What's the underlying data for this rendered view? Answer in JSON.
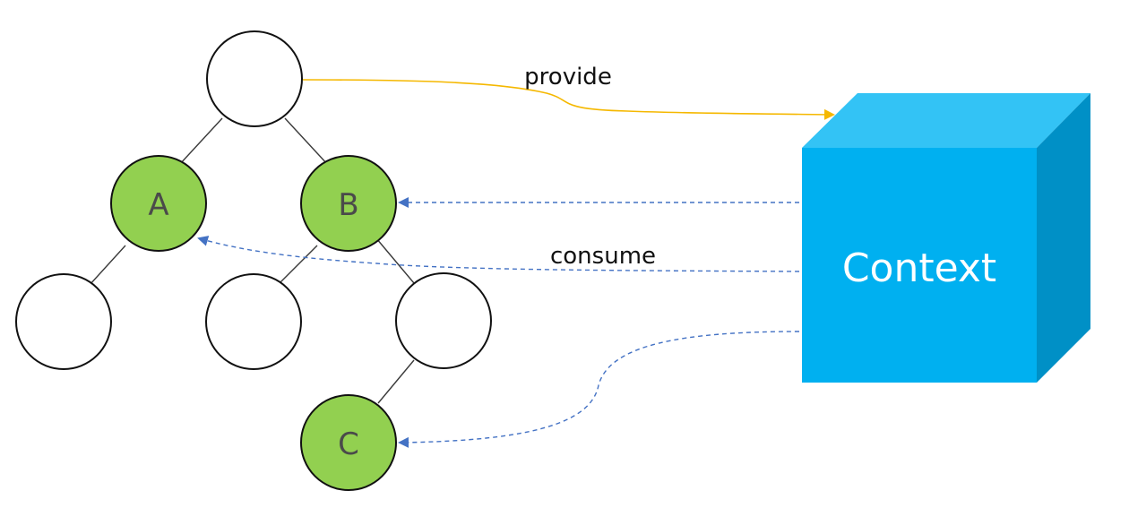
{
  "diagram": {
    "nodes": [
      {
        "id": "root",
        "label": "",
        "highlighted": false
      },
      {
        "id": "a",
        "label": "A",
        "highlighted": true
      },
      {
        "id": "b",
        "label": "B",
        "highlighted": true
      },
      {
        "id": "a-child",
        "label": "",
        "highlighted": false
      },
      {
        "id": "b-left-child",
        "label": "",
        "highlighted": false
      },
      {
        "id": "b-right-child",
        "label": "",
        "highlighted": false
      },
      {
        "id": "c",
        "label": "C",
        "highlighted": true
      }
    ],
    "tree_edges": [
      [
        "root",
        "a"
      ],
      [
        "root",
        "b"
      ],
      [
        "a",
        "a-child"
      ],
      [
        "b",
        "b-left-child"
      ],
      [
        "b",
        "b-right-child"
      ],
      [
        "b-right-child",
        "c"
      ]
    ],
    "context_label": "Context",
    "provide_label": "provide",
    "consume_label": "consume",
    "colors": {
      "highlight_fill": "#92d050",
      "plain_fill": "#ffffff",
      "provide_arrow": "#f5b800",
      "consume_arrow": "#4472c4",
      "context_front": "#00b0f0",
      "context_top": "#33c3f5",
      "context_side": "#0090c6"
    }
  }
}
